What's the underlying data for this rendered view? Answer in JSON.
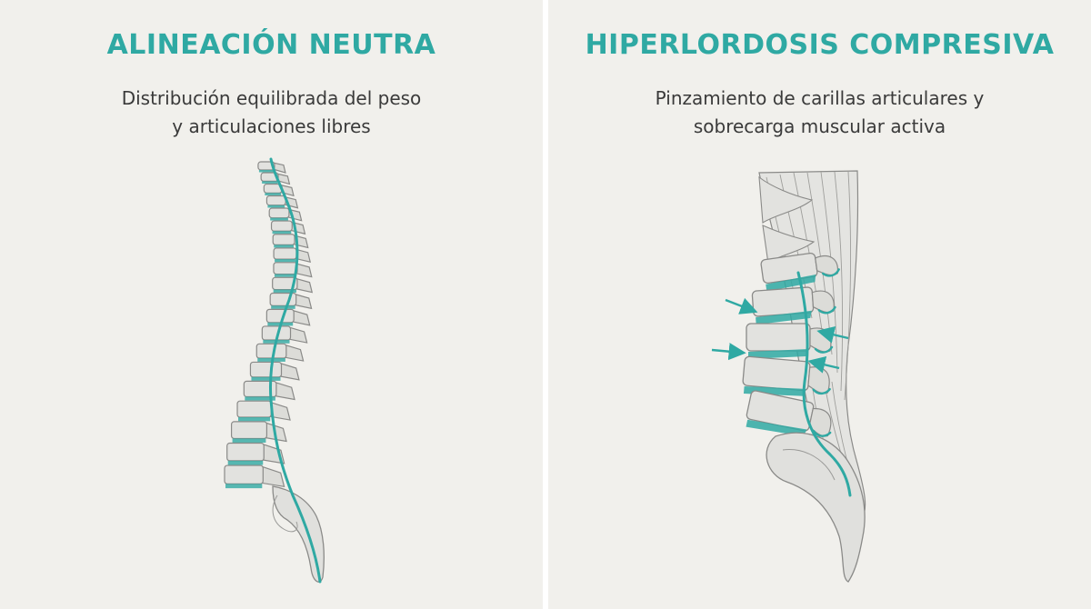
{
  "left_panel": {
    "title": "ALINEACIÓN NEUTRA",
    "subtitle_line1": "Distribución equilibrada del peso",
    "subtitle_line2": "y articulaciones libres"
  },
  "right_panel": {
    "title": "HIPERLORDOSIS COMPRESIVA",
    "subtitle_line1": "Pinzamiento de carillas articulares y",
    "subtitle_line2": "sobrecarga muscular activa"
  },
  "colors": {
    "accent": "#2fa9a3",
    "background": "#f1f0ec",
    "bone": "#e2e2df",
    "bone_outline": "#8a8a88",
    "text": "#3a3a3a"
  },
  "icons": {
    "left_illustration": "neutral-spine-illustration",
    "right_illustration": "lumbar-hyperlordosis-illustration",
    "pressure_arrows": "compression-arrow-icon"
  }
}
